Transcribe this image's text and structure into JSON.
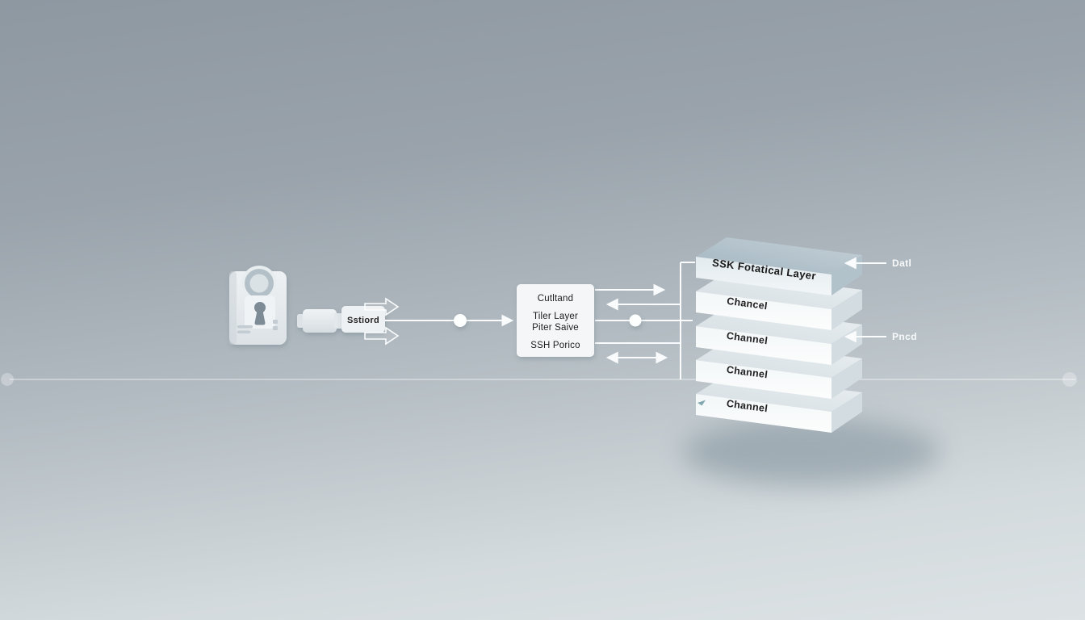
{
  "colors": {
    "background_top": "#8e98a1",
    "background_bottom": "#dde3e5",
    "line_white": "#f9fbfc",
    "slab_top_blue": "#a9bcc6",
    "slab_top_light": "#dde4e8",
    "slab_front_light": "#f7fafb",
    "client_box_fill": "#f4f6f7",
    "keyhole_dark": "#7c8b96",
    "small_arrow_teal": "#6f9aa0"
  },
  "token": {
    "label": "Sstiord"
  },
  "client_box": {
    "line1": "Cutltand",
    "line2": "Tiler Layer",
    "line3": "Piter Saive",
    "line4": "SSH Porico"
  },
  "stack": {
    "layers": [
      {
        "label": "SSK Fotatical Layer"
      },
      {
        "label": "Chancel"
      },
      {
        "label": "Channel"
      },
      {
        "label": "Channel"
      },
      {
        "label": "Channel"
      }
    ]
  },
  "callouts": {
    "data_label": "Datl",
    "packet_label": "Pncd"
  }
}
